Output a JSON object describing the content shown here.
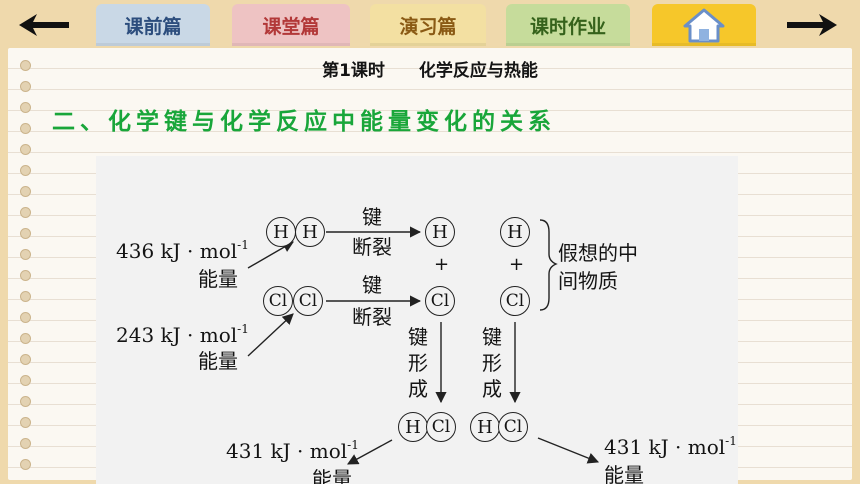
{
  "nav": {
    "tabs": [
      {
        "label": "课前篇",
        "color": "#2c4d7d"
      },
      {
        "label": "课堂篇",
        "color": "#b23838"
      },
      {
        "label": "演习篇",
        "color": "#8a5a14"
      },
      {
        "label": "课时作业",
        "color": "#35621b"
      }
    ],
    "back_icon": "left-arrow-icon",
    "next_icon": "right-arrow-icon",
    "home_icon": "house-icon"
  },
  "page": {
    "lesson": "第1课时",
    "topic": "化学反应与热能",
    "section_heading": "二、化学键与化学反应中能量变化的关系",
    "heading_color": "#19a63a"
  },
  "diagram": {
    "energy_value": "kJ · mol",
    "energy_exponent": "-1",
    "energy_word": "能量",
    "hh_energy": "436",
    "clcl_energy": "243",
    "hcl_left_energy": "431",
    "hcl_right_energy": "431",
    "bond_break": [
      "键",
      "断裂"
    ],
    "bond_form": [
      "键",
      "形",
      "成"
    ],
    "intermediate_label": [
      "假想的中",
      "间物质"
    ],
    "atoms": {
      "h": "H",
      "cl": "Cl"
    },
    "plus": "+"
  }
}
